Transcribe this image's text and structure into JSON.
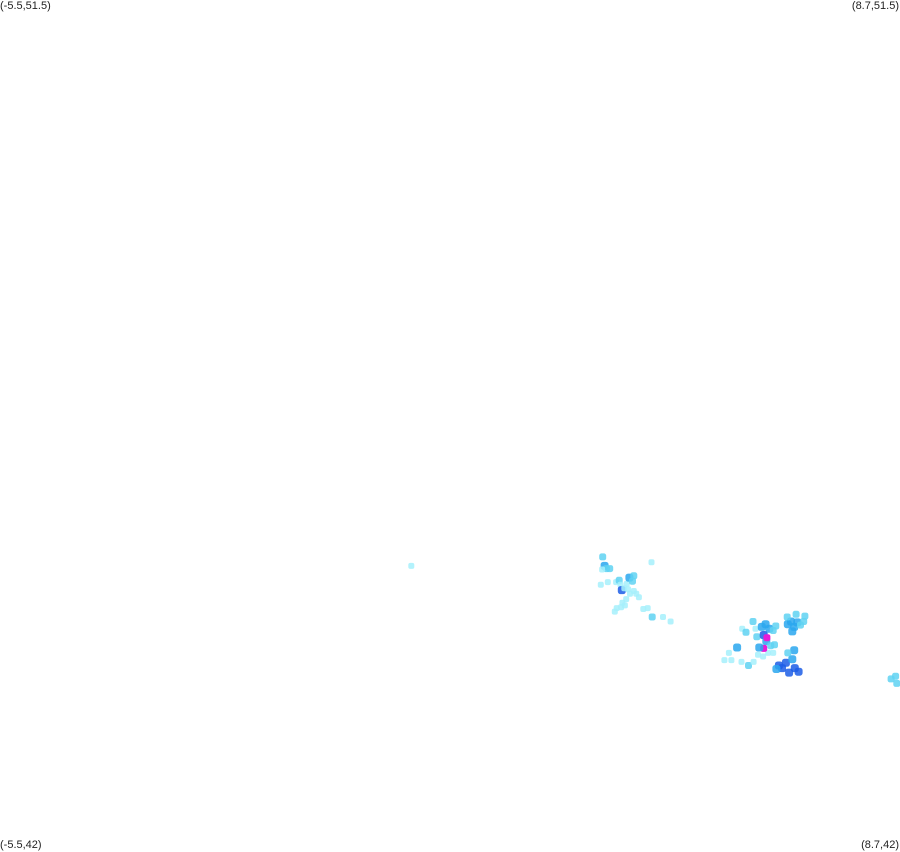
{
  "corners": {
    "top_left": "(-5.5,51.5)",
    "top_right": "(8.7,51.5)",
    "bottom_left": "(-5.5,42)",
    "bottom_right": "(8.7,42)"
  },
  "extent": {
    "lon_min": -5.5,
    "lon_max": 8.7,
    "lat_min": 42,
    "lat_max": 51.5
  },
  "palette": {
    "pale": "#a6f0fb",
    "light": "#5fd2f2",
    "mid": "#2aa7ee",
    "deep": "#1c5de6",
    "magenta": "#e81ad8"
  },
  "points": [
    {
      "lon": 0.99,
      "lat": 45.19,
      "level": "pale"
    },
    {
      "lon": 4.01,
      "lat": 45.29,
      "level": "light"
    },
    {
      "lon": 4.04,
      "lat": 45.19,
      "level": "mid"
    },
    {
      "lon": 4.07,
      "lat": 45.16,
      "level": "light"
    },
    {
      "lon": 4.0,
      "lat": 45.15,
      "level": "pale"
    },
    {
      "lon": 4.12,
      "lat": 45.16,
      "level": "light"
    },
    {
      "lon": 4.09,
      "lat": 45.01,
      "level": "pale"
    },
    {
      "lon": 3.98,
      "lat": 44.98,
      "level": "pale"
    },
    {
      "lon": 4.22,
      "lat": 45.01,
      "level": "pale"
    },
    {
      "lon": 4.27,
      "lat": 45.03,
      "level": "light"
    },
    {
      "lon": 4.29,
      "lat": 44.98,
      "level": "pale"
    },
    {
      "lon": 4.31,
      "lat": 44.92,
      "level": "deep"
    },
    {
      "lon": 4.35,
      "lat": 44.94,
      "level": "pale"
    },
    {
      "lon": 4.39,
      "lat": 44.99,
      "level": "pale"
    },
    {
      "lon": 4.43,
      "lat": 45.06,
      "level": "mid"
    },
    {
      "lon": 4.5,
      "lat": 45.08,
      "level": "light"
    },
    {
      "lon": 4.48,
      "lat": 45.02,
      "level": "light"
    },
    {
      "lon": 4.41,
      "lat": 44.93,
      "level": "pale"
    },
    {
      "lon": 4.44,
      "lat": 44.88,
      "level": "pale"
    },
    {
      "lon": 4.5,
      "lat": 44.91,
      "level": "pale"
    },
    {
      "lon": 4.54,
      "lat": 44.88,
      "level": "pale"
    },
    {
      "lon": 4.58,
      "lat": 44.84,
      "level": "pale"
    },
    {
      "lon": 4.38,
      "lat": 44.82,
      "level": "pale"
    },
    {
      "lon": 4.32,
      "lat": 44.78,
      "level": "pale"
    },
    {
      "lon": 4.3,
      "lat": 44.73,
      "level": "pale"
    },
    {
      "lon": 4.23,
      "lat": 44.72,
      "level": "pale"
    },
    {
      "lon": 4.2,
      "lat": 44.68,
      "level": "pale"
    },
    {
      "lon": 4.36,
      "lat": 44.75,
      "level": "pale"
    },
    {
      "lon": 4.65,
      "lat": 44.71,
      "level": "pale"
    },
    {
      "lon": 4.72,
      "lat": 44.72,
      "level": "pale"
    },
    {
      "lon": 4.79,
      "lat": 44.62,
      "level": "light"
    },
    {
      "lon": 4.96,
      "lat": 44.62,
      "level": "pale"
    },
    {
      "lon": 5.08,
      "lat": 44.57,
      "level": "pale"
    },
    {
      "lon": 4.78,
      "lat": 45.23,
      "level": "pale"
    },
    {
      "lon": 6.21,
      "lat": 44.49,
      "level": "pale"
    },
    {
      "lon": 6.27,
      "lat": 44.45,
      "level": "light"
    },
    {
      "lon": 6.38,
      "lat": 44.57,
      "level": "light"
    },
    {
      "lon": 6.42,
      "lat": 44.49,
      "level": "pale"
    },
    {
      "lon": 6.44,
      "lat": 44.4,
      "level": "light"
    },
    {
      "lon": 6.52,
      "lat": 44.51,
      "level": "mid"
    },
    {
      "lon": 6.58,
      "lat": 44.54,
      "level": "mid"
    },
    {
      "lon": 6.64,
      "lat": 44.49,
      "level": "mid"
    },
    {
      "lon": 6.7,
      "lat": 44.47,
      "level": "light"
    },
    {
      "lon": 6.74,
      "lat": 44.52,
      "level": "light"
    },
    {
      "lon": 6.55,
      "lat": 44.42,
      "level": "deep"
    },
    {
      "lon": 6.59,
      "lat": 44.35,
      "level": "mid"
    },
    {
      "lon": 6.66,
      "lat": 44.3,
      "level": "light"
    },
    {
      "lon": 6.72,
      "lat": 44.31,
      "level": "light"
    },
    {
      "lon": 6.62,
      "lat": 44.22,
      "level": "pale"
    },
    {
      "lon": 6.54,
      "lat": 44.18,
      "level": "pale"
    },
    {
      "lon": 6.7,
      "lat": 44.22,
      "level": "pale"
    },
    {
      "lon": 6.13,
      "lat": 44.28,
      "level": "mid"
    },
    {
      "lon": 6.0,
      "lat": 44.22,
      "level": "pale"
    },
    {
      "lon": 5.93,
      "lat": 44.14,
      "level": "pale"
    },
    {
      "lon": 6.04,
      "lat": 44.14,
      "level": "pale"
    },
    {
      "lon": 6.2,
      "lat": 44.12,
      "level": "pale"
    },
    {
      "lon": 6.31,
      "lat": 44.08,
      "level": "light"
    },
    {
      "lon": 6.39,
      "lat": 44.12,
      "level": "pale"
    },
    {
      "lon": 6.6,
      "lat": 44.39,
      "level": "magenta"
    },
    {
      "lon": 6.55,
      "lat": 44.27,
      "level": "magenta"
    },
    {
      "lon": 6.48,
      "lat": 44.28,
      "level": "mid"
    },
    {
      "lon": 6.46,
      "lat": 44.2,
      "level": "pale"
    },
    {
      "lon": 6.79,
      "lat": 44.08,
      "level": "deep"
    },
    {
      "lon": 6.84,
      "lat": 44.05,
      "level": "deep"
    },
    {
      "lon": 6.75,
      "lat": 44.04,
      "level": "mid"
    },
    {
      "lon": 6.9,
      "lat": 44.11,
      "level": "deep"
    },
    {
      "lon": 6.95,
      "lat": 44.0,
      "level": "deep"
    },
    {
      "lon": 7.04,
      "lat": 44.05,
      "level": "deep"
    },
    {
      "lon": 7.1,
      "lat": 44.01,
      "level": "deep"
    },
    {
      "lon": 7.0,
      "lat": 44.15,
      "level": "mid"
    },
    {
      "lon": 7.03,
      "lat": 44.25,
      "level": "mid"
    },
    {
      "lon": 6.93,
      "lat": 44.22,
      "level": "light"
    },
    {
      "lon": 6.93,
      "lat": 44.54,
      "level": "mid"
    },
    {
      "lon": 6.98,
      "lat": 44.57,
      "level": "mid"
    },
    {
      "lon": 7.03,
      "lat": 44.51,
      "level": "mid"
    },
    {
      "lon": 7.08,
      "lat": 44.56,
      "level": "mid"
    },
    {
      "lon": 7.13,
      "lat": 44.53,
      "level": "light"
    },
    {
      "lon": 7.18,
      "lat": 44.57,
      "level": "light"
    },
    {
      "lon": 7.0,
      "lat": 44.46,
      "level": "mid"
    },
    {
      "lon": 6.92,
      "lat": 44.62,
      "level": "light"
    },
    {
      "lon": 7.2,
      "lat": 44.63,
      "level": "light"
    },
    {
      "lon": 7.06,
      "lat": 44.65,
      "level": "light"
    },
    {
      "lon": 8.56,
      "lat": 43.93,
      "level": "light"
    },
    {
      "lon": 8.63,
      "lat": 43.96,
      "level": "light"
    },
    {
      "lon": 8.65,
      "lat": 43.88,
      "level": "light"
    }
  ]
}
